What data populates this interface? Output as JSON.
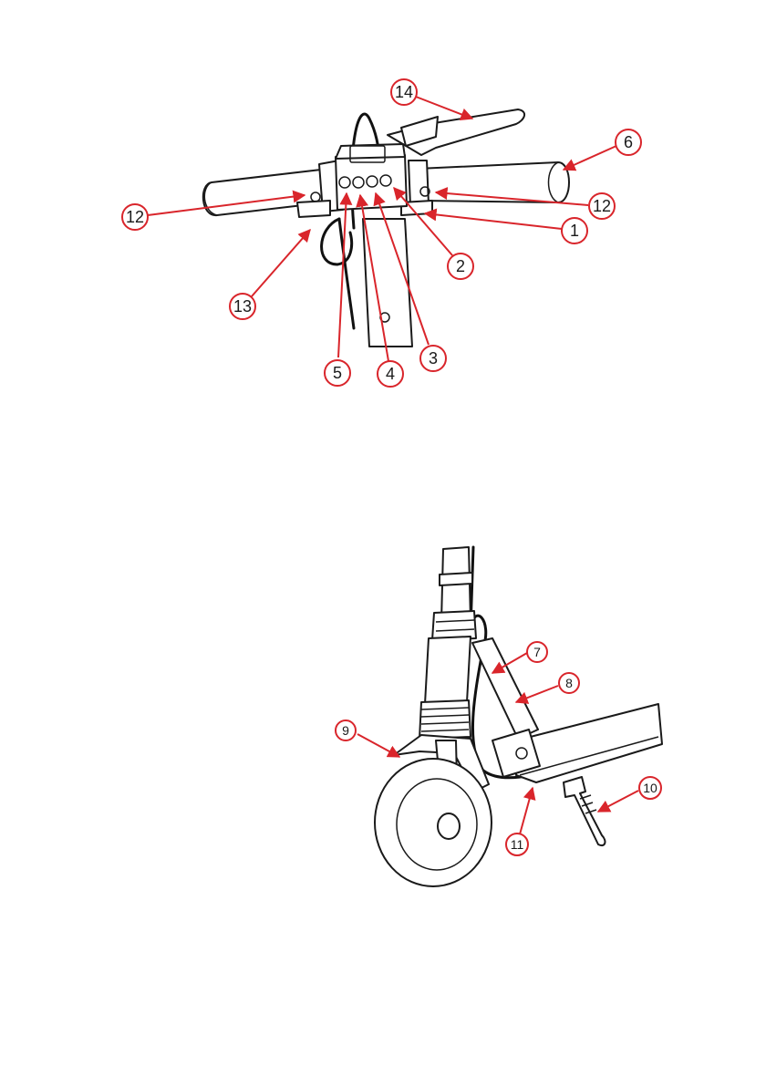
{
  "figure_top": {
    "callouts": [
      {
        "label": "14"
      },
      {
        "label": "6"
      },
      {
        "label": "12"
      },
      {
        "label": "12"
      },
      {
        "label": "1"
      },
      {
        "label": "2"
      },
      {
        "label": "13"
      },
      {
        "label": "5"
      },
      {
        "label": "4"
      },
      {
        "label": "3"
      }
    ],
    "display_buttons": [
      {
        "icon": "mode-icon"
      },
      {
        "icon": "menu-icon"
      },
      {
        "icon": "light-icon"
      },
      {
        "icon": "power-icon"
      }
    ]
  },
  "figure_bottom": {
    "callouts": [
      {
        "label": "7"
      },
      {
        "label": "8"
      },
      {
        "label": "9"
      },
      {
        "label": "10"
      },
      {
        "label": "11"
      }
    ]
  },
  "colors": {
    "callout": "#d9252b",
    "line": "#1a1a1a"
  }
}
